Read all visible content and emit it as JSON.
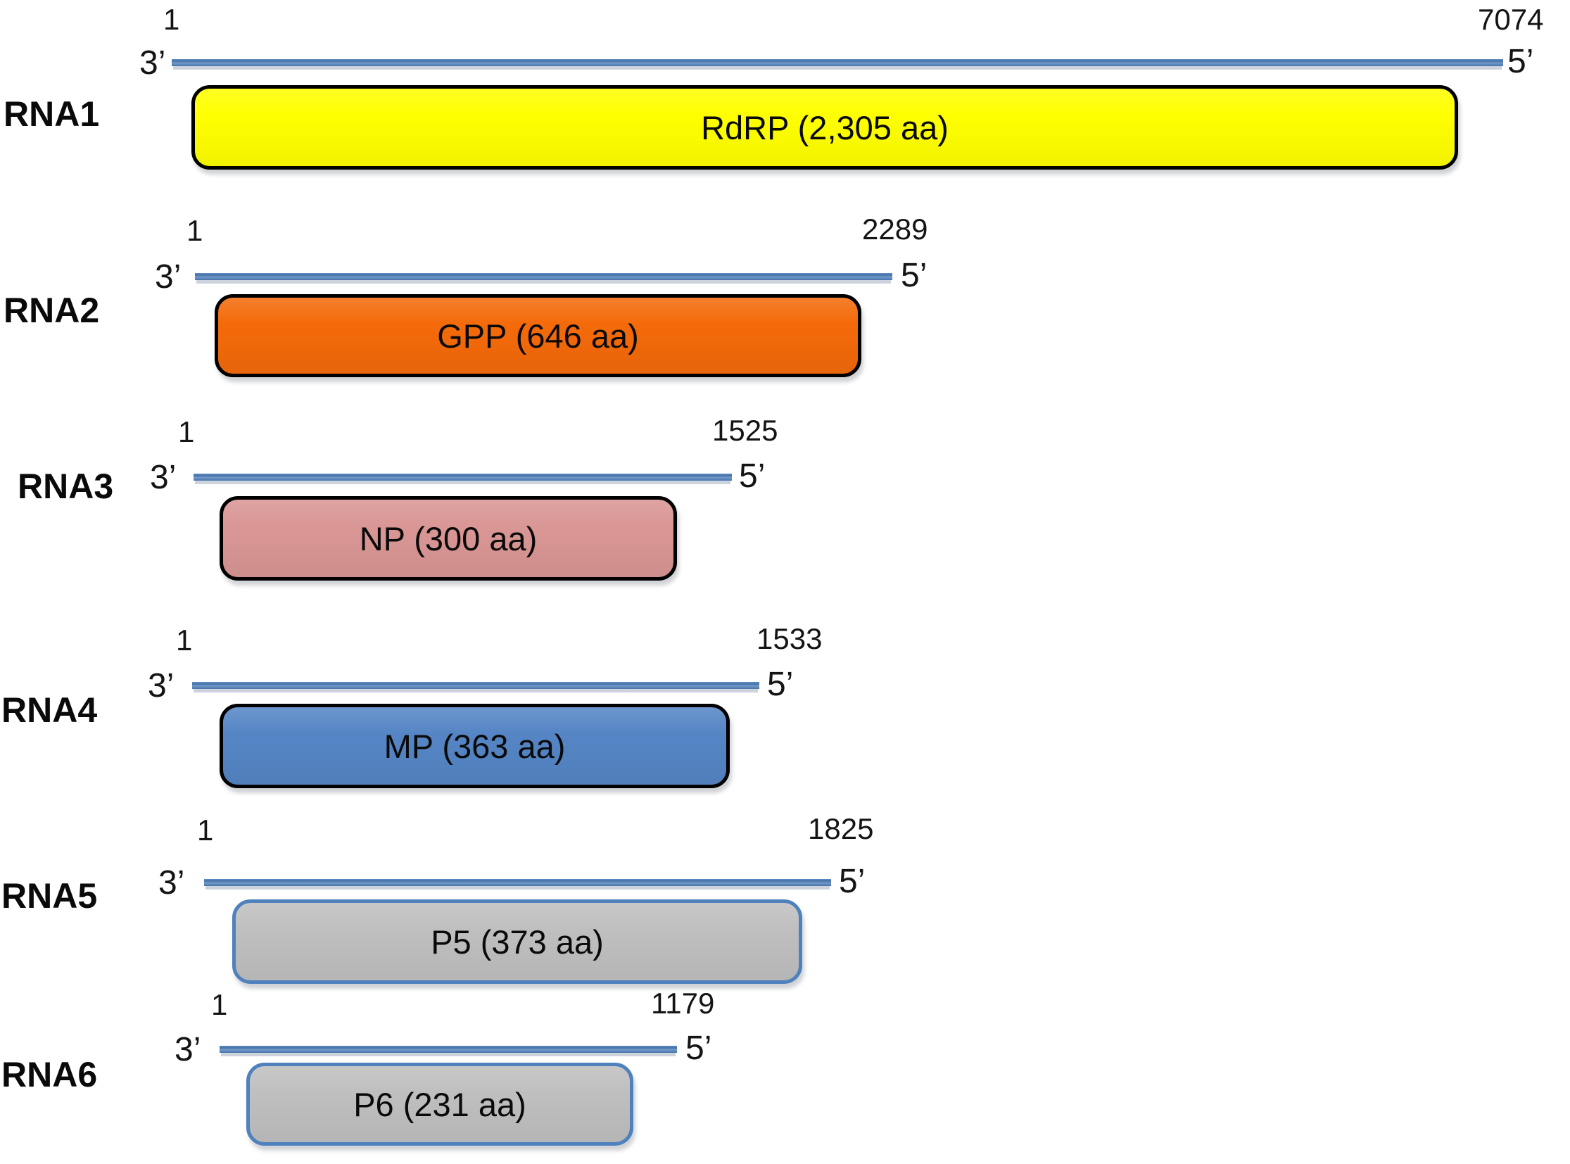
{
  "colors": {
    "background": "#ffffff",
    "rna_line": "#4f81bd",
    "text": "#0a0a0a"
  },
  "rows": [
    {
      "name": "RNA1",
      "start_coord": "1",
      "end_coord": "7074",
      "three_prime": "3’",
      "five_prime": "5’",
      "protein_label": "RdRP (2,305 aa)",
      "length_nt": 7074,
      "protein_aa": 2305,
      "fill": "#ffff00",
      "border": "#000000"
    },
    {
      "name": "RNA2",
      "start_coord": "1",
      "end_coord": "2289",
      "three_prime": "3’",
      "five_prime": "5’",
      "protein_label": "GPP (646 aa)",
      "length_nt": 2289,
      "protein_aa": 646,
      "fill": "#f46a0a",
      "border": "#000000"
    },
    {
      "name": "RNA3",
      "start_coord": "1",
      "end_coord": "1525",
      "three_prime": "3’",
      "five_prime": "5’",
      "protein_label": "NP (300 aa)",
      "length_nt": 1525,
      "protein_aa": 300,
      "fill": "#d99694",
      "border": "#000000"
    },
    {
      "name": "RNA4",
      "start_coord": "1",
      "end_coord": "1533",
      "three_prime": "3’",
      "five_prime": "5’",
      "protein_label": "MP (363 aa)",
      "length_nt": 1533,
      "protein_aa": 363,
      "fill": "#5585c5",
      "border": "#000000"
    },
    {
      "name": "RNA5",
      "start_coord": "1",
      "end_coord": "1825",
      "three_prime": "3’",
      "five_prime": "5’",
      "protein_label": "P5 (373 aa)",
      "length_nt": 1825,
      "protein_aa": 373,
      "fill": "#bfbfbf",
      "border": "#4f81bd"
    },
    {
      "name": "RNA6",
      "start_coord": "1",
      "end_coord": "1179",
      "three_prime": "3’",
      "five_prime": "5’",
      "protein_label": "P6 (231 aa)",
      "length_nt": 1179,
      "protein_aa": 231,
      "fill": "#bfbfbf",
      "border": "#4f81bd"
    }
  ]
}
